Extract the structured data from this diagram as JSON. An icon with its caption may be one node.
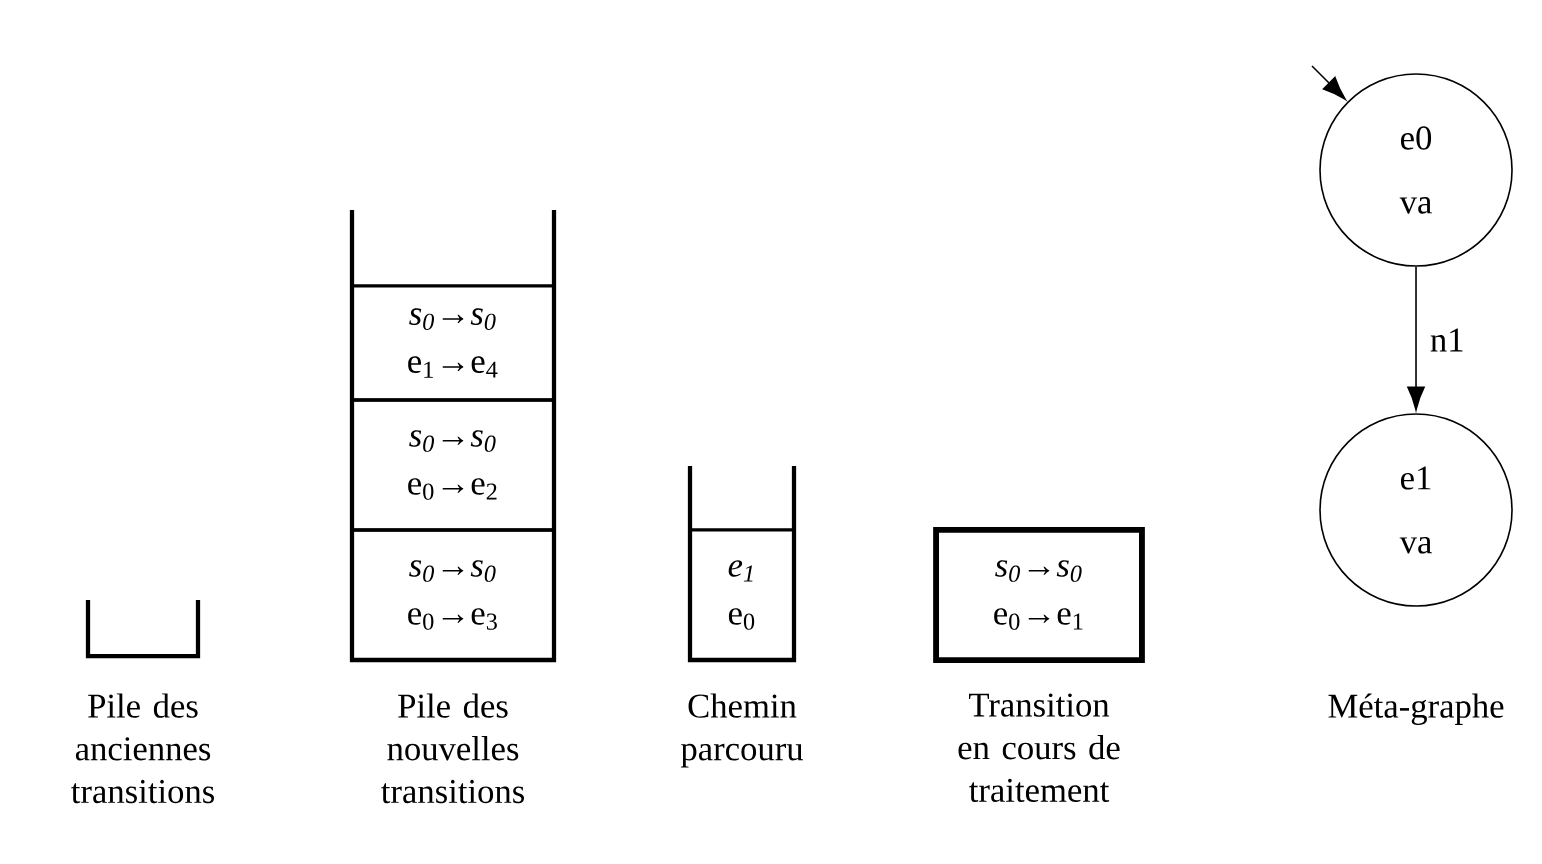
{
  "diagram": {
    "nodes": [
      {
        "text": [],
        "shape": "box",
        "beside": [
          "Pile des anciennes transitions"
        ]
      },
      {
        "text": [],
        "shape": "box",
        "beside": [
          "Pile des nouvelles transitions"
        ]
      },
      {
        "text": [
          "s$_{0}$→s$_{0}$",
          "e$_{1}$→e$_{4}$"
        ],
        "in": 1
      },
      {
        "text": [
          "s$_{0}$→s$_{0}$",
          "e$_{0}$→e$_{2}$"
        ],
        "in": 1
      },
      {
        "text": [
          "s$_{0}$→s$_{0}$",
          "e$_{0}$→e$_{3}$"
        ],
        "in": 1
      },
      {
        "text": [],
        "shape": "box",
        "beside": [
          "Chemin parcouru"
        ]
      },
      {
        "text": [
          "e$_{1}$",
          "e$_{0}$"
        ],
        "in": 5
      },
      {
        "text": [
          "s$_{0}$→s$_{0}$",
          "e$_{0}$→e$_{1}$"
        ],
        "beside": [
          "Transition en cours de traitement"
        ]
      },
      {
        "text": [
          "e0",
          "va"
        ]
      },
      {
        "text": [
          "e1",
          "va"
        ]
      }
    ],
    "edges": [
      {
        "from": null,
        "to": 8,
        "arrow": "to"
      },
      {
        "from": 8,
        "to": 9,
        "arrow": "to",
        "label": "n1"
      }
    ],
    "labels": [
      "Méta-graphe"
    ]
  }
}
